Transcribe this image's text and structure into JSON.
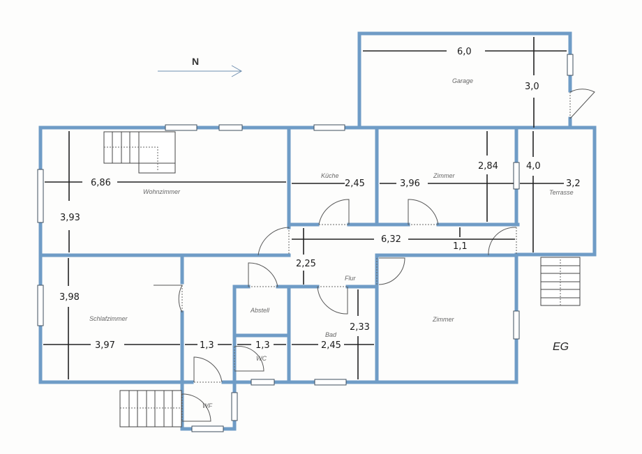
{
  "plan": {
    "floor_label": "EG",
    "north_label": "N",
    "wall_color": "#6f9cc6",
    "rooms": [
      {
        "name": "Garage",
        "width": "6,0",
        "depth": "3,0"
      },
      {
        "name": "Wohnzimmer",
        "width": "6,86",
        "depth": "3,93"
      },
      {
        "name": "Küche",
        "width": "2,45"
      },
      {
        "name": "Zimmer",
        "id": "zimmer-north",
        "width": "3,96",
        "depth": "2,84"
      },
      {
        "name": "Terrasse",
        "width": "3,2",
        "depth": "4,0"
      },
      {
        "name": "Flur",
        "width": "6,32",
        "depth_a": "2,25",
        "depth_b": "1,1"
      },
      {
        "name": "Schlafzimmer",
        "width": "3,97",
        "depth": "3,98"
      },
      {
        "name": "Abstell"
      },
      {
        "name": "WC",
        "width": "1,3"
      },
      {
        "name": "Bad",
        "width": "2,45",
        "depth": "2,33"
      },
      {
        "name": "Zimmer",
        "id": "zimmer-south"
      },
      {
        "name": "WF",
        "width": "1,3"
      }
    ]
  }
}
